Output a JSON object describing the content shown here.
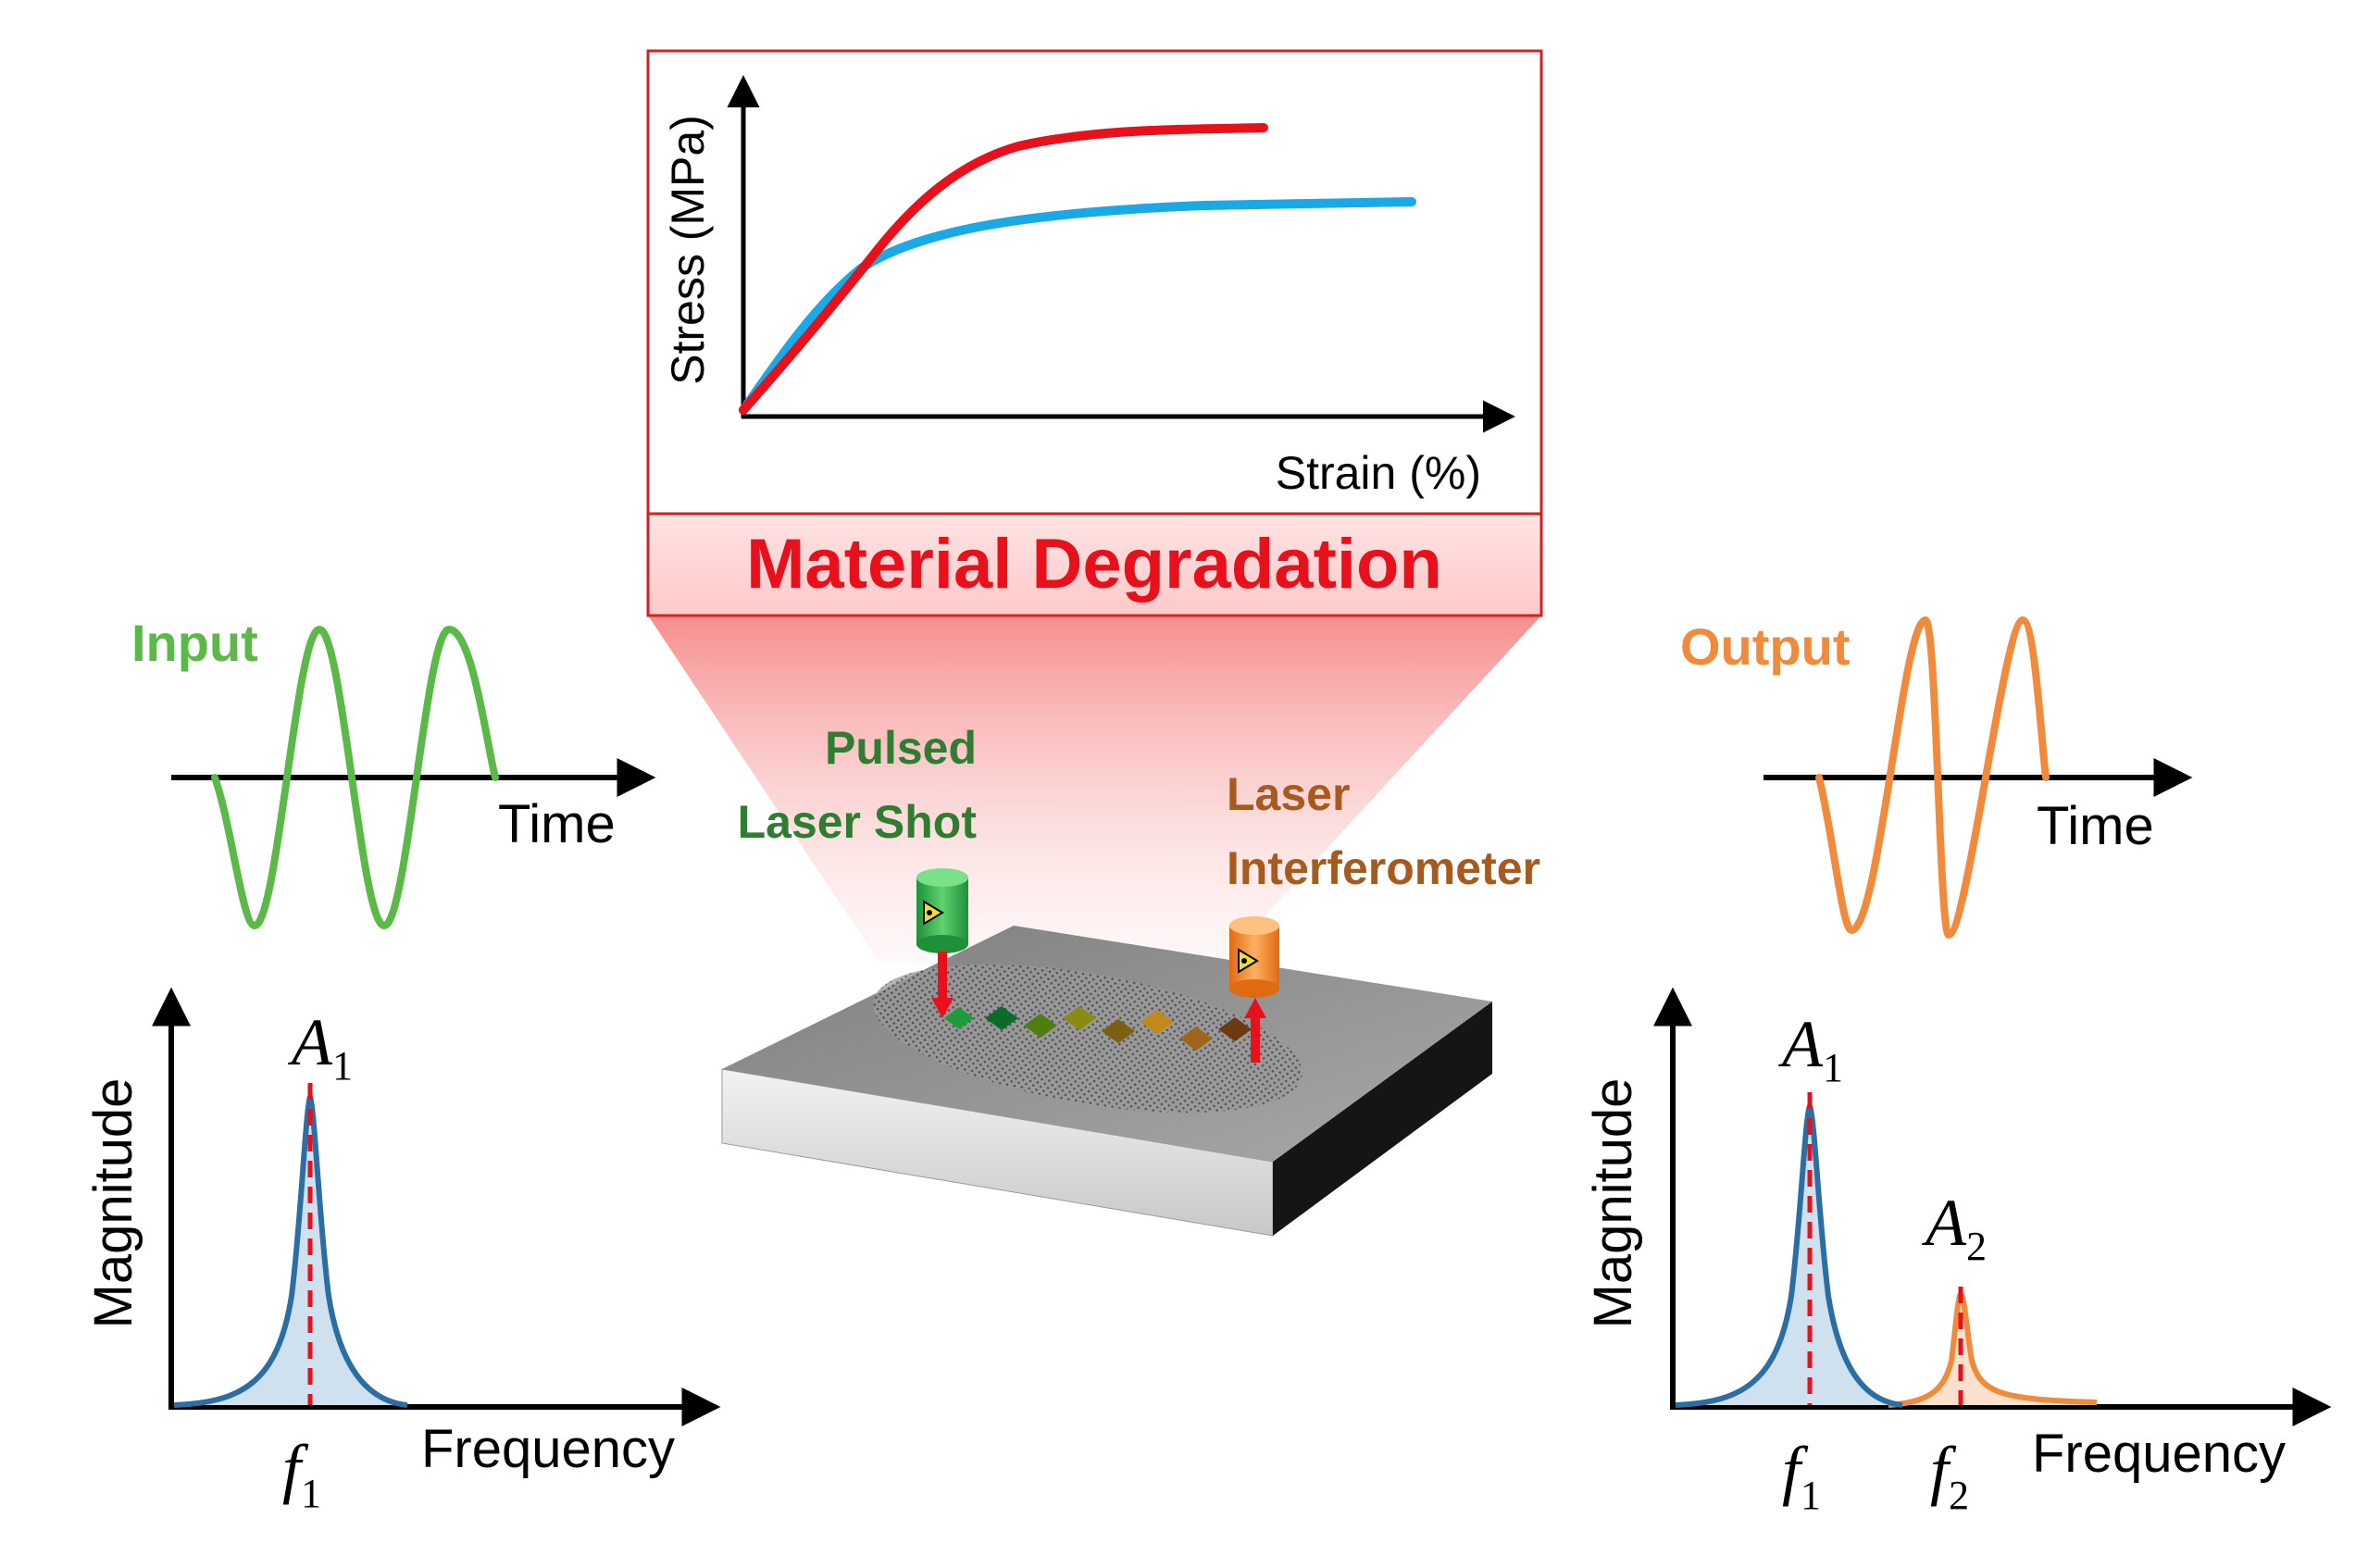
{
  "stress_strain": {
    "ylabel": "Stress (MPa)",
    "xlabel": "Strain (%)",
    "curve_colors": {
      "degraded": "#e8101a",
      "baseline": "#19a9e6"
    },
    "banner": "Material Degradation",
    "banner_color": "#e8101a"
  },
  "input": {
    "label": "Input",
    "color": "#5ab947",
    "time_label": "Time",
    "spectrum": {
      "ylabel": "Magnitude",
      "xlabel": "Frequency",
      "peak_label": "A",
      "peak_sub": "1",
      "freq_label": "f",
      "freq_sub": "1",
      "peak_color": "#2b6ea3"
    }
  },
  "output": {
    "label": "Output",
    "color": "#f28a3c",
    "time_label": "Time",
    "spectrum": {
      "ylabel": "Magnitude",
      "xlabel": "Frequency",
      "peak1_label": "A",
      "peak1_sub": "1",
      "peak2_label": "A",
      "peak2_sub": "2",
      "freq1_label": "f",
      "freq1_sub": "1",
      "freq2_label": "f",
      "freq2_sub": "2",
      "peak1_color": "#2b6ea3",
      "peak2_color": "#f28a3c"
    }
  },
  "setup": {
    "laser_shot_line1": "Pulsed",
    "laser_shot_line2": "Laser Shot",
    "laser_shot_color": "#2e7d32",
    "interferometer_line1": "Laser",
    "interferometer_line2": "Interferometer",
    "interferometer_color": "#a65a1e",
    "source_icon": "laser-emitter-icon",
    "receiver_icon": "interferometer-sensor-icon"
  }
}
